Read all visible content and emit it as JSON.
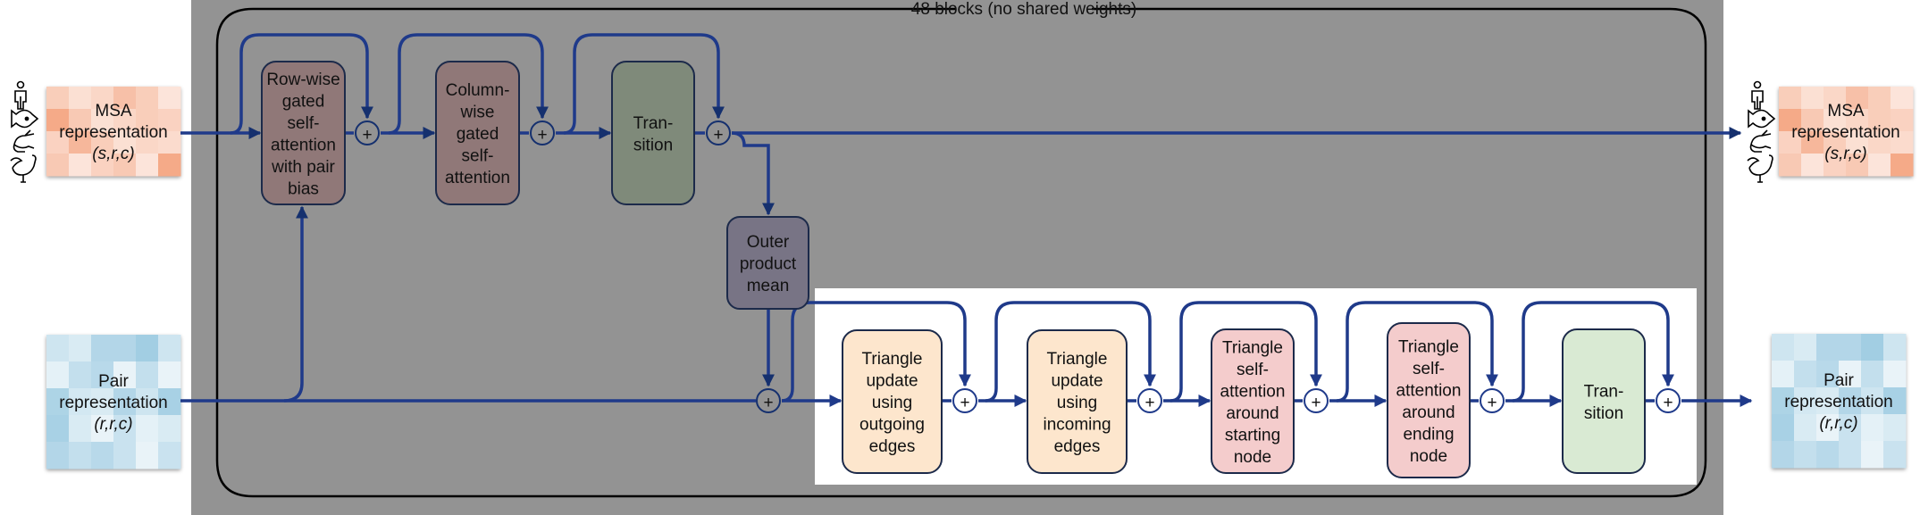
{
  "title": "48 blocks (no shared weights)",
  "colors": {
    "flow": "#1f3a8a",
    "flow_dark": "#15306e",
    "background_shade": "#939393",
    "inner_panel": "#ffffff",
    "msa_tint": "#f4a582",
    "pair_tint": "#92c5de"
  },
  "inputs": {
    "msa": {
      "line1": "MSA",
      "line2": "representation",
      "shape": "(s,r,c)"
    },
    "pair": {
      "line1": "Pair",
      "line2": "representation",
      "shape": "(r,r,c)"
    }
  },
  "outputs": {
    "msa": {
      "line1": "MSA",
      "line2": "representation",
      "shape": "(s,r,c)"
    },
    "pair": {
      "line1": "Pair",
      "line2": "representation",
      "shape": "(r,r,c)"
    }
  },
  "species_icons": [
    "human-icon",
    "fish-icon",
    "rabbit-icon",
    "rooster-icon"
  ],
  "msa_track": [
    {
      "id": "row-attn",
      "lines": [
        "Row-wise",
        "gated",
        "self-",
        "attention",
        "with pair",
        "bias"
      ],
      "color": "#907878"
    },
    {
      "id": "col-attn",
      "lines": [
        "Column-",
        "wise",
        "gated",
        "self-",
        "attention"
      ],
      "color": "#907878"
    },
    {
      "id": "msa-transition",
      "lines": [
        "Tran-",
        "sition"
      ],
      "color": "#7f8a7a"
    }
  ],
  "outer_product": {
    "lines": [
      "Outer",
      "product",
      "mean"
    ],
    "color": "#787485"
  },
  "pair_track": [
    {
      "id": "tri-out",
      "lines": [
        "Triangle",
        "update",
        "using",
        "outgoing",
        "edges"
      ],
      "color": "#fde6cd"
    },
    {
      "id": "tri-in",
      "lines": [
        "Triangle",
        "update",
        "using",
        "incoming",
        "edges"
      ],
      "color": "#fde6cd"
    },
    {
      "id": "tri-start",
      "lines": [
        "Triangle",
        "self-",
        "attention",
        "around",
        "starting",
        "node"
      ],
      "color": "#f4cccc"
    },
    {
      "id": "tri-end",
      "lines": [
        "Triangle",
        "self-",
        "attention",
        "around",
        "ending",
        "node"
      ],
      "color": "#f4cccc"
    },
    {
      "id": "pair-transition",
      "lines": [
        "Tran-",
        "sition"
      ],
      "color": "#d9ead3"
    }
  ],
  "plus_symbol": "+"
}
